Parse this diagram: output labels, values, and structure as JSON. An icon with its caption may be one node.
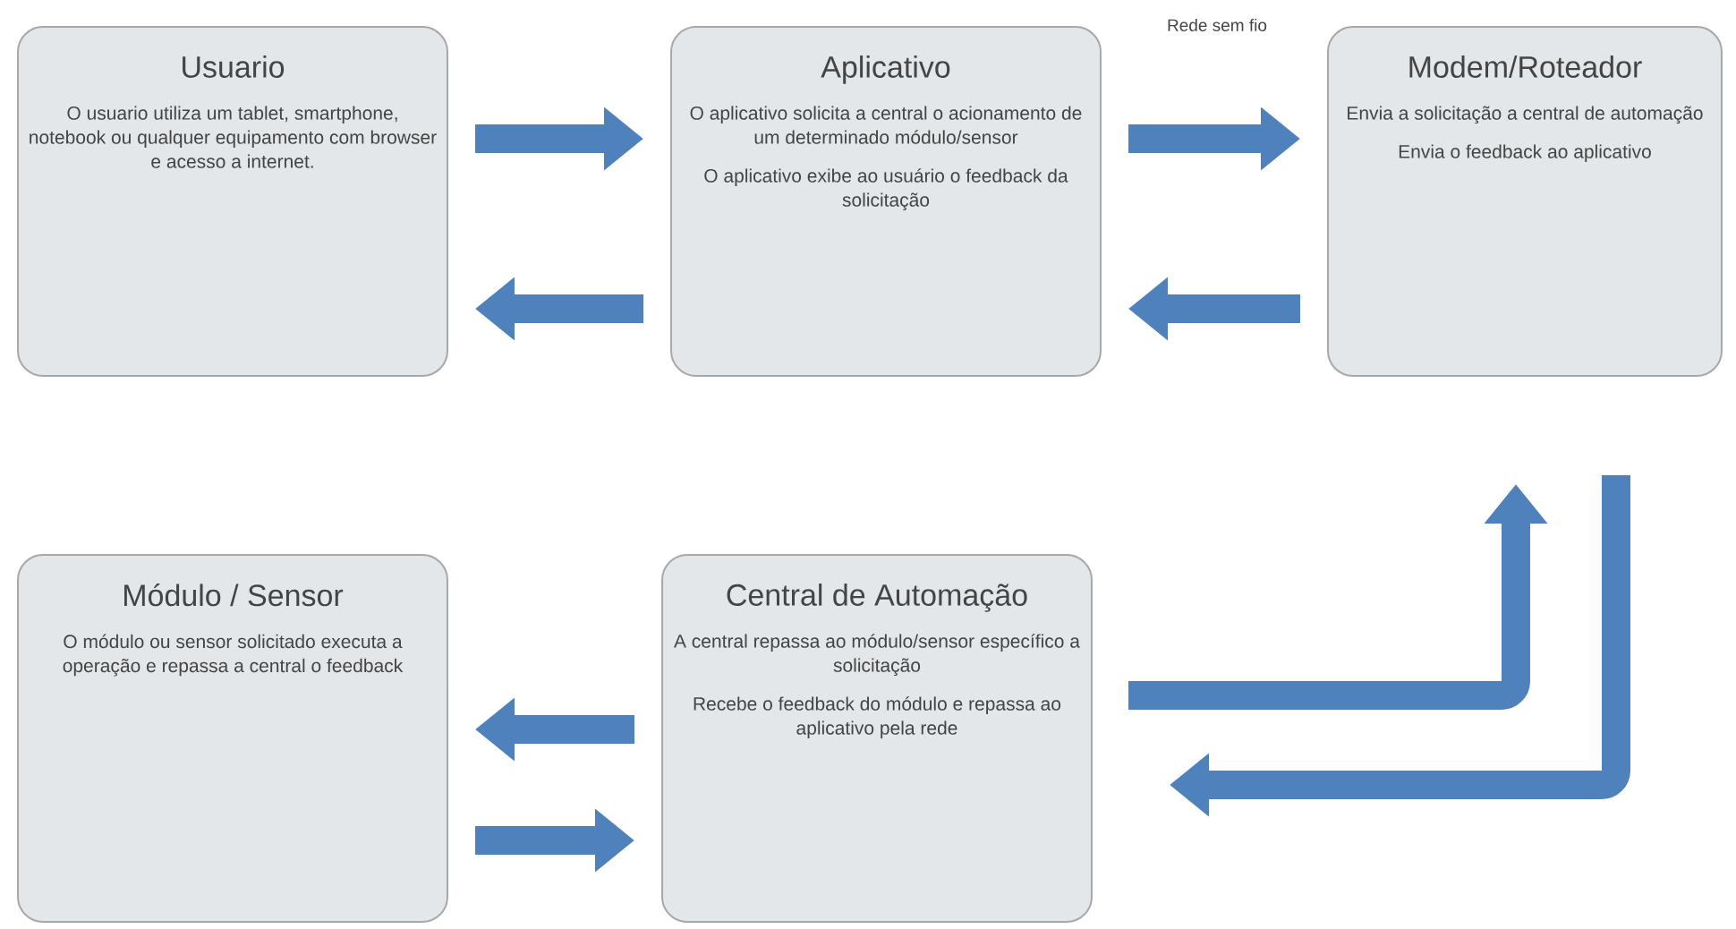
{
  "diagram": {
    "nodes": [
      {
        "text": [
          "Usuario",
          "O usuario utiliza um tablet, smartphone, notebook ou qualquer equipamento com browser e acesso a internet."
        ]
      },
      {
        "text": [
          "Aplicativo",
          "O aplicativo solicita a central o acionamento de um determinado módulo/sensor",
          "O aplicativo exibe ao usuário o feedback da solicitação"
        ]
      },
      {
        "text": [
          "Modem/Roteador",
          "Envia a solicitação a central de automação",
          "Envia o feedback ao aplicativo"
        ]
      },
      {
        "text": [
          "Módulo / Sensor",
          "O módulo ou sensor solicitado executa a operação e repassa a central o feedback"
        ]
      },
      {
        "text": [
          "Central de Automação",
          "A central repassa ao módulo/sensor específico a solicitação",
          "Recebe o feedback do módulo e repassa ao aplicativo pela rede"
        ]
      }
    ],
    "edges": [
      {
        "from": 0,
        "to": 1,
        "arrow": "to"
      },
      {
        "from": 1,
        "to": 0,
        "arrow": "to"
      },
      {
        "from": 1,
        "to": 2,
        "arrow": "to"
      },
      {
        "from": 2,
        "to": 1,
        "arrow": "to"
      },
      {
        "from": 4,
        "to": 2,
        "arrow": "to"
      },
      {
        "from": 2,
        "to": 4,
        "arrow": "to"
      },
      {
        "from": 4,
        "to": 3,
        "arrow": "to"
      },
      {
        "from": 3,
        "to": 4,
        "arrow": "to"
      }
    ],
    "labels": [
      "Rede sem fio"
    ]
  }
}
